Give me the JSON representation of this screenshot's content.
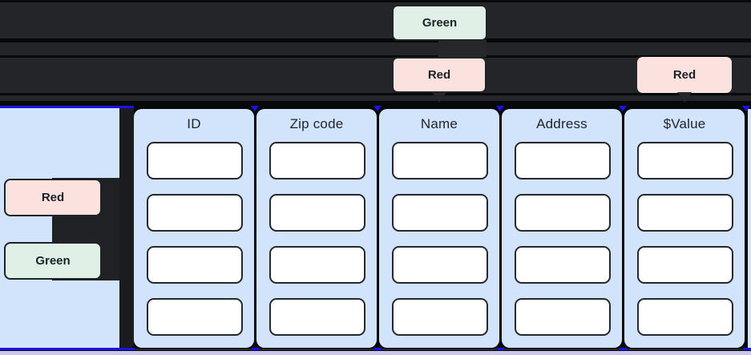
{
  "diagram": {
    "top_tooltips": [
      {
        "label": "Green",
        "variant": "green"
      },
      {
        "label": "Red",
        "variant": "red"
      },
      {
        "label": "Red",
        "variant": "red"
      }
    ],
    "row_labels": [
      {
        "label": "Red",
        "variant": "red"
      },
      {
        "label": "Green",
        "variant": "green"
      }
    ],
    "table": {
      "columns": [
        {
          "header": "ID",
          "cell_count": 4
        },
        {
          "header": "Zip code",
          "cell_count": 4
        },
        {
          "header": "Name",
          "cell_count": 4
        },
        {
          "header": "Address",
          "cell_count": 4
        },
        {
          "header": "$Value",
          "cell_count": 4
        }
      ],
      "rows_per_column": 4
    },
    "colors": {
      "green_badge": "#e0f0e6",
      "red_badge": "#fbe2de",
      "column_panel": "#d2e3fc",
      "cell_fill": "#ffffff",
      "cell_border": "#26282c",
      "dark_row_band": "#242529",
      "background": "#07080a",
      "accent_blue_border": "#1b12e8",
      "lavender_strip": "#c9c7ef"
    }
  }
}
